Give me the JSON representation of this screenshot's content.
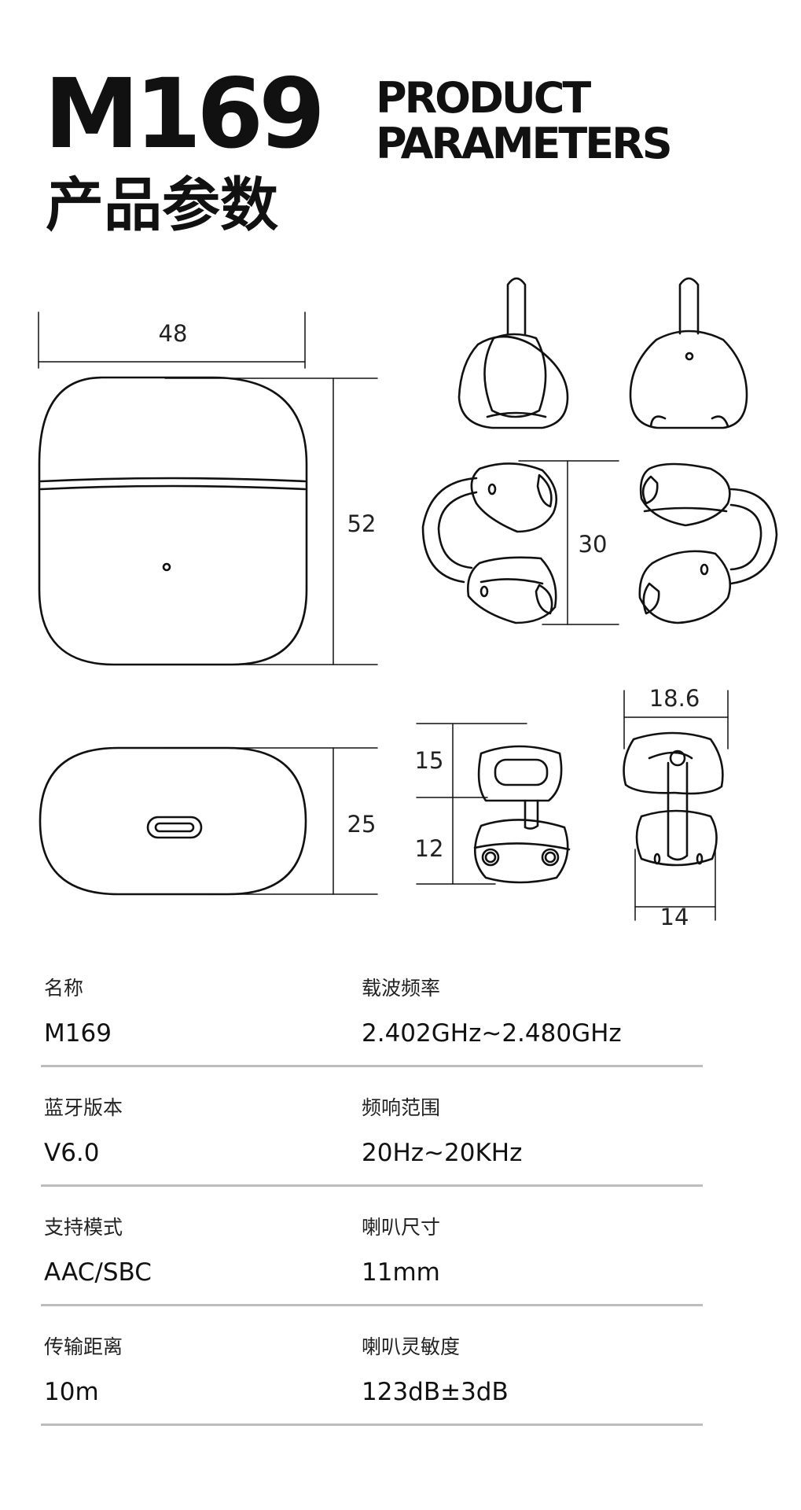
{
  "header": {
    "model": "M169",
    "title_cn": "产品参数",
    "title_en_line1": "PRODUCT",
    "title_en_line2": "PARAMETERS"
  },
  "dimensions": {
    "case_width": "48",
    "case_height": "52",
    "case_depth": "25",
    "earbud_height": "30",
    "earbud_top": "15",
    "earbud_bottom": "12",
    "earbud_width": "18.6",
    "earbud_base": "14"
  },
  "specs": [
    {
      "label": "名称",
      "value": "M169"
    },
    {
      "label": "载波频率",
      "value": "2.402GHz~2.480GHz"
    },
    {
      "label": "蓝牙版本",
      "value": "V6.0"
    },
    {
      "label": "频响范围",
      "value": "20Hz~20KHz"
    },
    {
      "label": "支持模式",
      "value": "AAC/SBC"
    },
    {
      "label": "喇叭尺寸",
      "value": "11mm"
    },
    {
      "label": "传输距离",
      "value": "10m"
    },
    {
      "label": "喇叭灵敏度",
      "value": "123dB±3dB"
    }
  ]
}
